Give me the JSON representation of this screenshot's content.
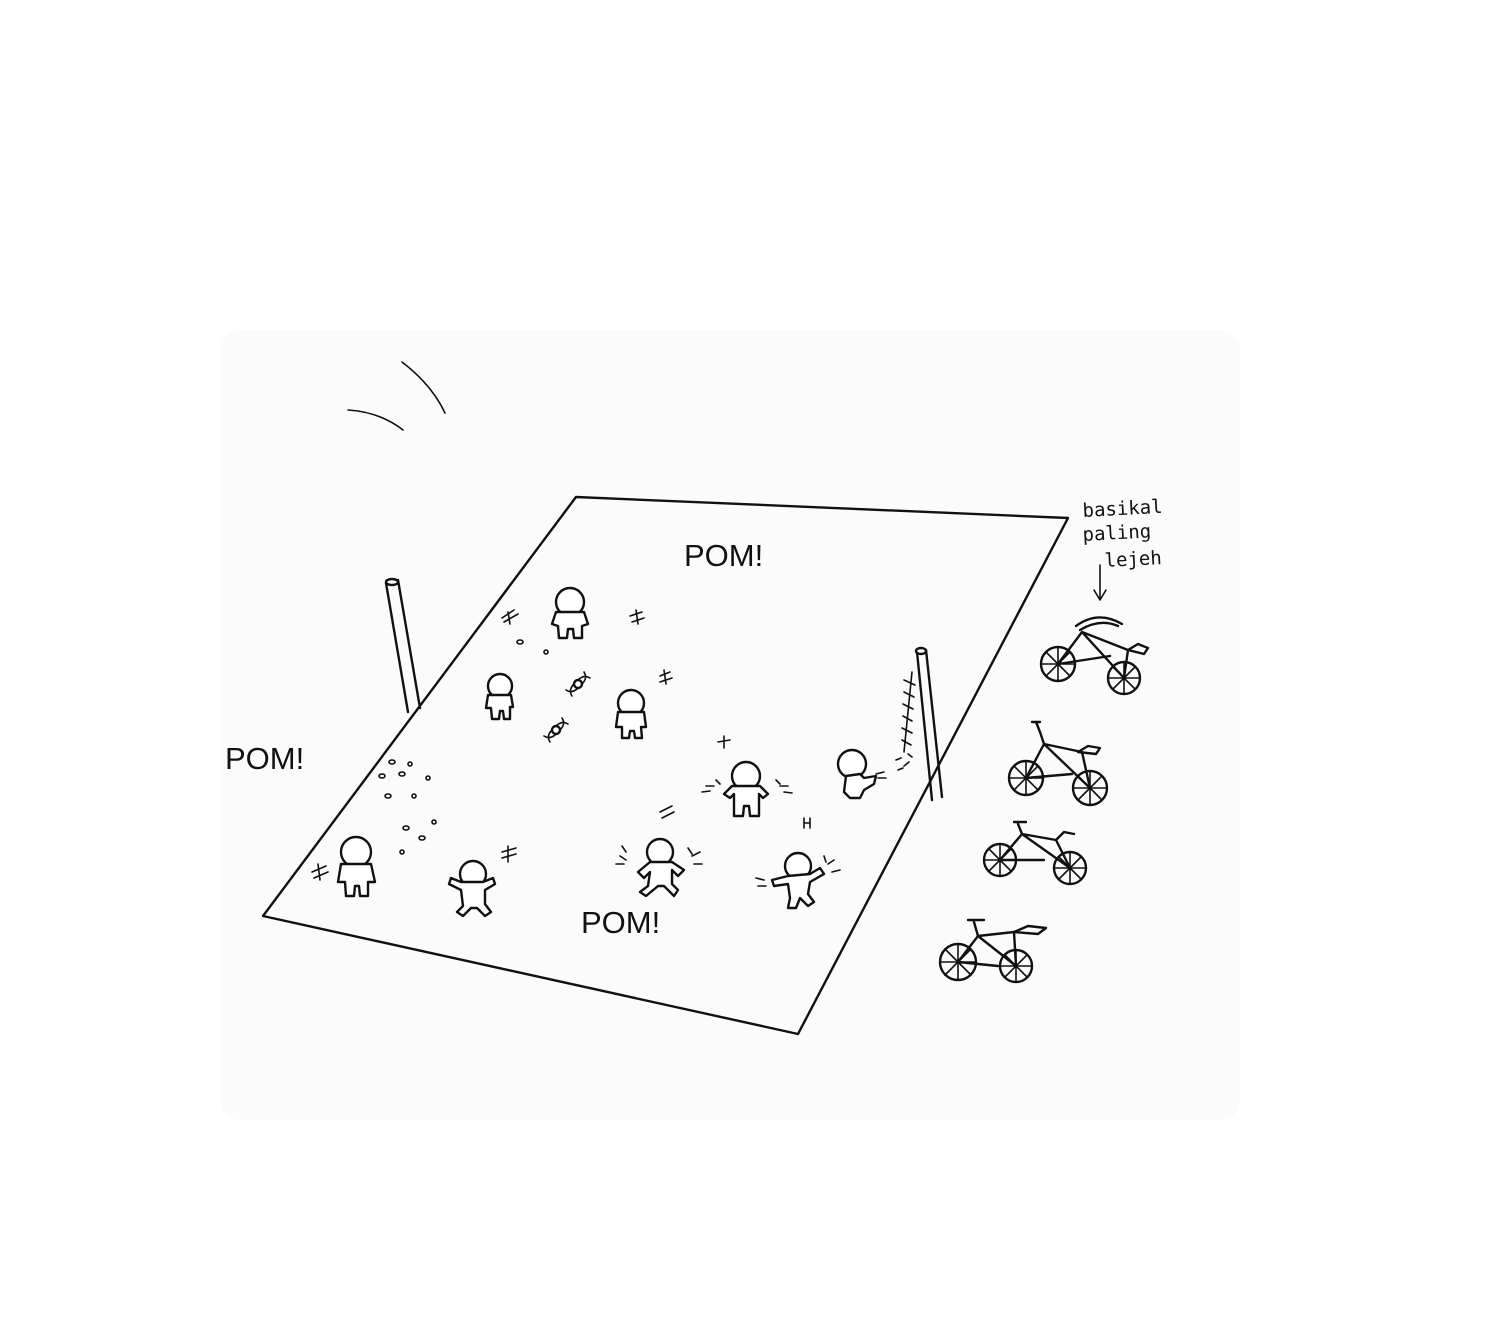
{
  "sound_effects": [
    {
      "id": "top",
      "text": "POM!"
    },
    {
      "id": "left",
      "text": "POM!"
    },
    {
      "id": "bottom",
      "text": "POM!"
    }
  ],
  "annotation": {
    "lines": [
      "basikal",
      "paling",
      "lejeh"
    ]
  },
  "colors": {
    "ink": "#111111",
    "paper": "#ffffff"
  }
}
